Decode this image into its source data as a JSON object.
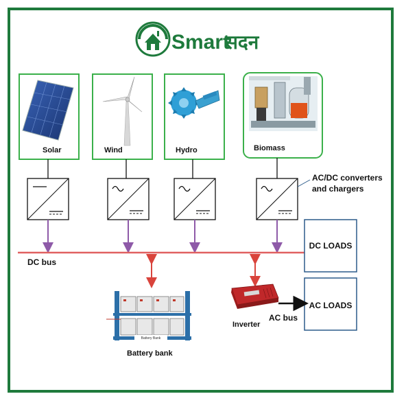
{
  "brand": {
    "name_latin": "Smart",
    "name_devanagari": "सदन",
    "color": "#1e7a3c"
  },
  "sources": [
    {
      "label": "Solar",
      "icon": "solar-panel-icon"
    },
    {
      "label": "Wind",
      "icon": "wind-turbine-icon"
    },
    {
      "label": "Hydro",
      "icon": "hydro-turbine-icon"
    },
    {
      "label": "Biomass",
      "icon": "biomass-plant-icon"
    }
  ],
  "converters_label_line1": "AC/DC converters",
  "converters_label_line2": "and chargers",
  "dc_bus_label": "DC bus",
  "dc_loads_label": "DC LOADS",
  "ac_loads_label": "AC LOADS",
  "battery_label": "Battery bank",
  "battery_plate_text": "Battery Bank",
  "inverter_label": "Inverter",
  "ac_bus_label": "AC bus",
  "colors": {
    "bus": "#e06060",
    "converter_arrow": "#8e5aa8",
    "battery_arrow": "#d9443c",
    "box_border_green": "#3ab04a",
    "load_border": "#2b5a8a"
  }
}
